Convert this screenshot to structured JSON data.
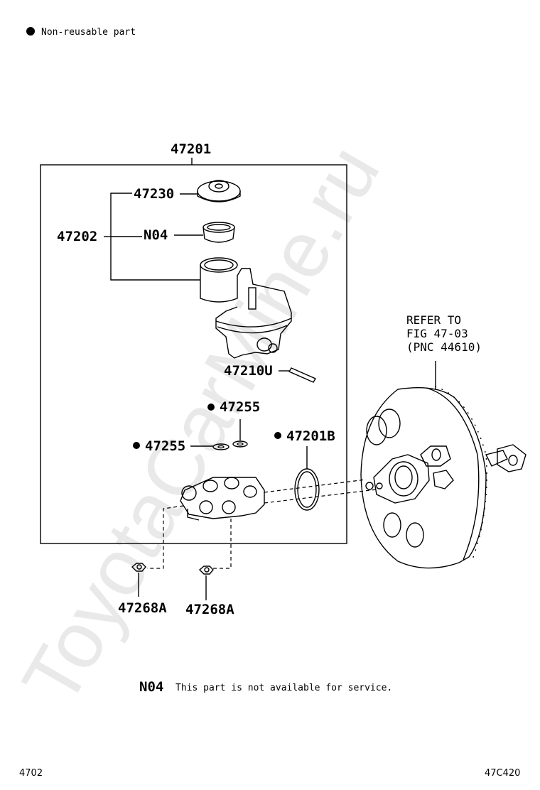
{
  "legend": {
    "bullet_label": "Non-reusable part"
  },
  "watermark": "ToyotaCarMine.ru",
  "parts": {
    "assembly": "47201",
    "cap": "47230",
    "reservoir_set": "47202",
    "n04": "N04",
    "pin": "47210U",
    "grommet_upper": "47255",
    "grommet_lower": "47255",
    "o_ring": "47201B",
    "nut_left": "47268A",
    "nut_right": "47268A"
  },
  "refer": {
    "line1": "REFER TO",
    "line2": "FIG 47-03",
    "line3": "(PNC 44610)"
  },
  "footnote": {
    "code": "N04",
    "text": "This part is not available for service."
  },
  "corner": {
    "left": "4702",
    "right": "47C420"
  }
}
